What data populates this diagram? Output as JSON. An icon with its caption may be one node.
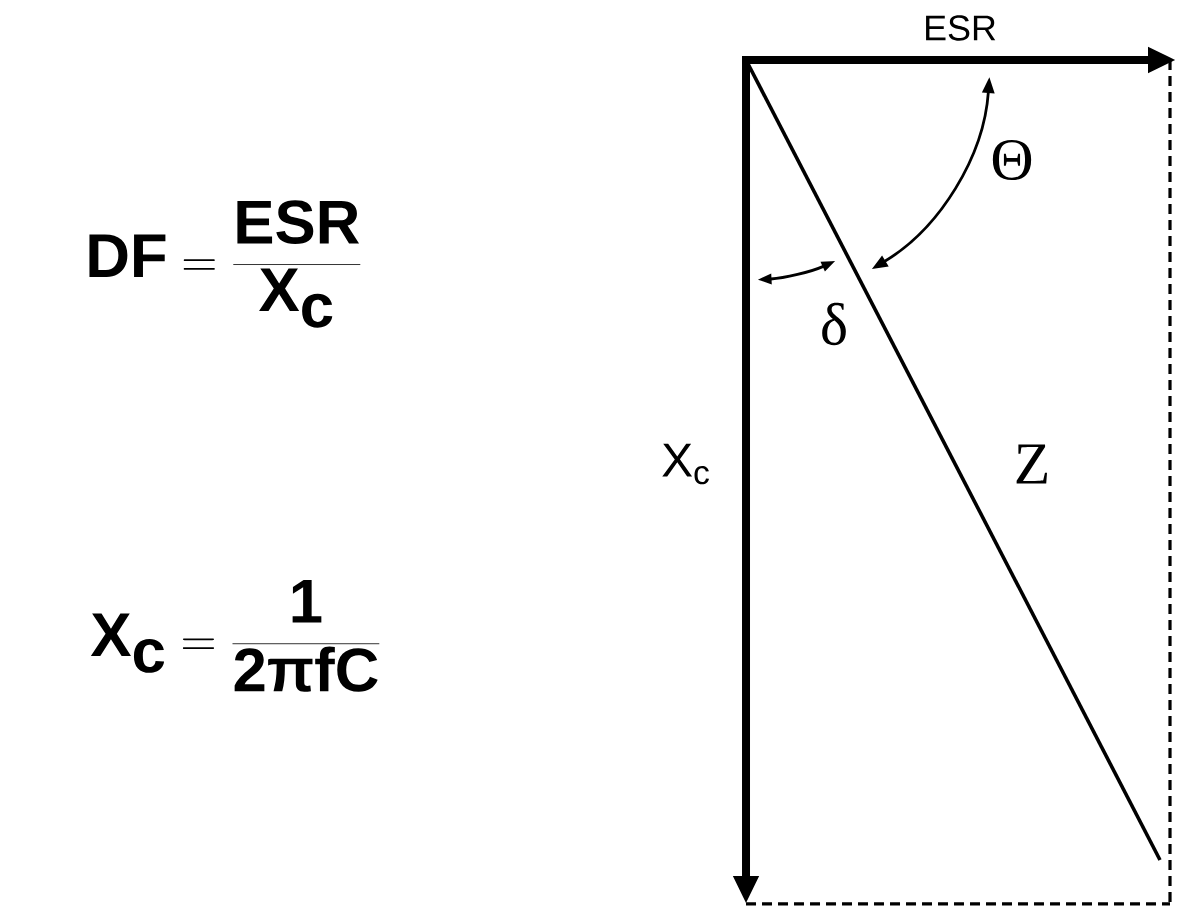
{
  "diagram": {
    "labels": [
      "ESR",
      "Θ",
      "\\textbf{DF} = \\frac{\\textbf{ESR}}{\\textbf{X}_{\\textbf{c}}}",
      "δ",
      "X$_{c}$",
      "Z",
      "\\textbf{X}_{\\textbf{c}} = \\frac{\\textbf{1}}{\\textbf{2πfC}}"
    ]
  }
}
